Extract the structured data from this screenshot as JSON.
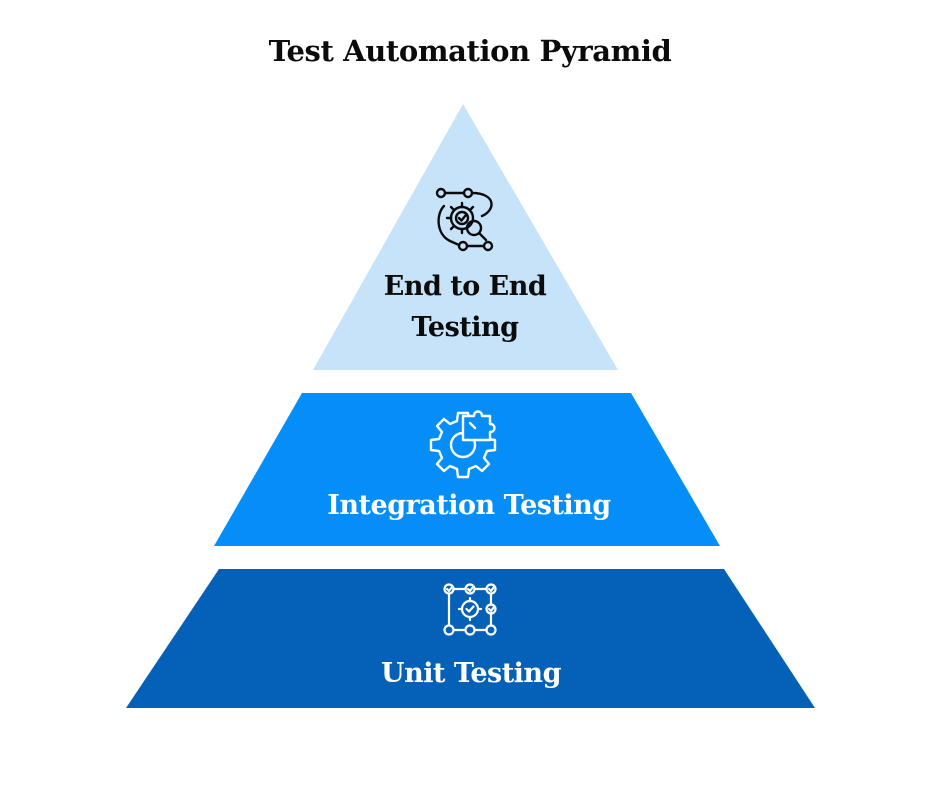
{
  "title": "Test Automation Pyramid",
  "colors": {
    "background": "#ffffff",
    "title_text": "#0b0b0b",
    "top_tier": "#c6e3f9",
    "middle_tier": "#058ef7",
    "bottom_tier": "#0561b8",
    "dark_text": "#0b0b0b",
    "light_text": "#ffffff"
  },
  "tiers": [
    {
      "id": "end-to-end",
      "label_lines": [
        "End to End",
        "Testing"
      ],
      "icon": "workflow-gear-search-icon"
    },
    {
      "id": "integration",
      "label_lines": [
        "Integration Testing"
      ],
      "icon": "gear-puzzle-icon"
    },
    {
      "id": "unit",
      "label_lines": [
        "Unit Testing"
      ],
      "icon": "checklist-flow-gear-icon"
    }
  ]
}
